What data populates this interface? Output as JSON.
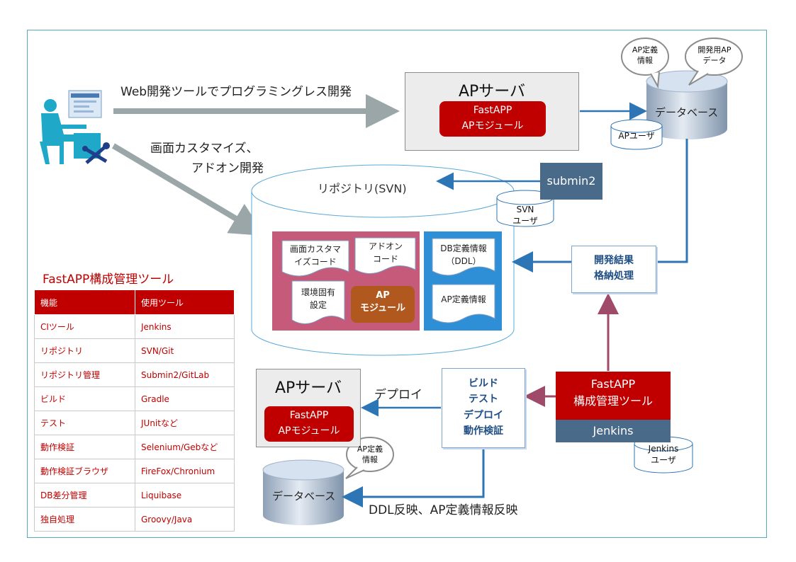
{
  "flow": {
    "web_dev": "Web開発ツールでプログラミングレス開発",
    "customize_line1": "画面カスタマイズ、",
    "customize_line2": "アドオン開発",
    "deploy": "デプロイ",
    "ddl_reflect": "DDL反映、AP定義情報反映"
  },
  "ap_server_top": {
    "title": "APサーバ",
    "module_line1": "FastAPP",
    "module_line2": "APモジュール"
  },
  "ap_server_bottom": {
    "title": "APサーバ",
    "module_line1": "FastAPP",
    "module_line2": "APモジュール"
  },
  "database_top": {
    "label": "データベース",
    "bubble1_line1": "AP定義",
    "bubble1_line2": "情報",
    "bubble2_line1": "開発用AP",
    "bubble2_line2": "データ",
    "user": "APユーザ"
  },
  "database_bottom": {
    "label": "データベース",
    "bubble_line1": "AP定義",
    "bubble_line2": "情報"
  },
  "repository": {
    "label": "リポジトリ(SVN)",
    "doc_screen_line1": "画面カスタマ",
    "doc_screen_line2": "イズコード",
    "doc_addon_line1": "アドオン",
    "doc_addon_line2": "コード",
    "doc_env_line1": "環境固有",
    "doc_env_line2": "設定",
    "ap_module_line1": "AP",
    "ap_module_line2": "モジュール",
    "doc_db_line1": "DB定義情報",
    "doc_db_line2": "（DDL）",
    "doc_apdef": "AP定義情報"
  },
  "submin": {
    "label": "submin2"
  },
  "svn_user": {
    "line1": "SVN",
    "line2": "ユーザ"
  },
  "dev_result": {
    "line1": "開発結果",
    "line2": "格納処理"
  },
  "build_box": {
    "line1": "ビルド",
    "line2": "テスト",
    "line3": "デプロイ",
    "line4": "動作検証"
  },
  "fastapp_tool": {
    "line1": "FastAPP",
    "line2": "構成管理ツール",
    "jenkins": "Jenkins"
  },
  "jenkins_user": {
    "line1": "Jenkins",
    "line2": "ユーザ"
  },
  "tools_table": {
    "title": "FastAPP構成管理ツール",
    "headers": [
      "機能",
      "使用ツール"
    ],
    "rows": [
      [
        "CIツール",
        "Jenkins"
      ],
      [
        "リポジトリ",
        "SVN/Git"
      ],
      [
        "リポジトリ管理",
        "Submin2/GitLab"
      ],
      [
        "ビルド",
        "Gradle"
      ],
      [
        "テスト",
        "JUnitなど"
      ],
      [
        "動作検証",
        "Selenium/Gebなど"
      ],
      [
        "動作検証ブラウザ",
        "FireFox/Chronium"
      ],
      [
        "DB差分管理",
        "Liquibase"
      ],
      [
        "独自処理",
        "Groovy/Java"
      ]
    ]
  },
  "colors": {
    "red": "#c00000",
    "blue": "#2e75b6",
    "navy": "#1f4f84",
    "gray_arrow": "#9aa6a8",
    "pink": "#c55a7a",
    "repo_blue": "#2f8fd6",
    "brown": "#b0581d",
    "steel": "#4a6a8a"
  }
}
